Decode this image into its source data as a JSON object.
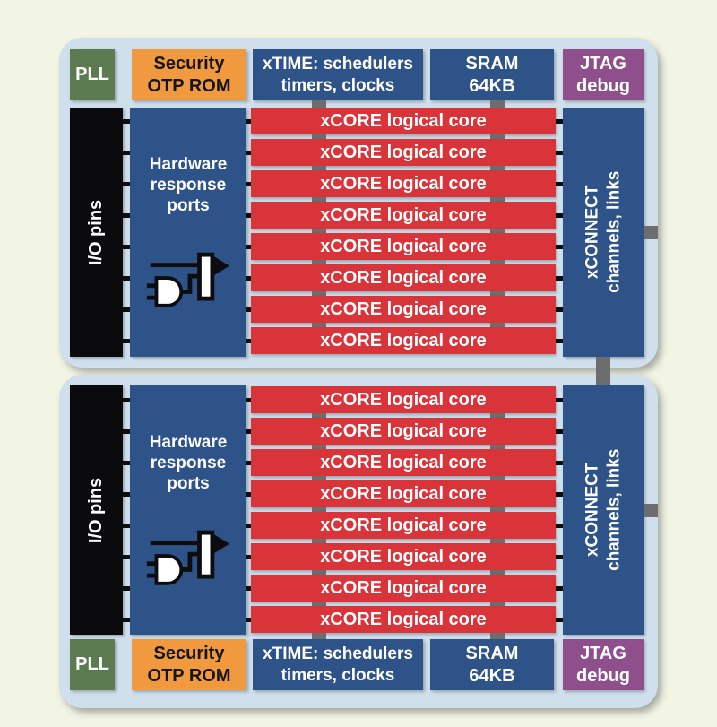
{
  "structure": {
    "tile_count": 2,
    "cores_per_tile": 8
  },
  "colors": {
    "background": "#f3f5e4",
    "tile": "#cfdfeb",
    "blue": "#2e5389",
    "red": "#d93439",
    "green": "#5d7b51",
    "orange": "#f0993e",
    "purple": "#8e4f8c",
    "black": "#0b0b0d",
    "gray": "#6c6d6f",
    "tick": "#0d0d0f"
  },
  "labels": {
    "pll": "PLL",
    "security": [
      "Security",
      "OTP ROM"
    ],
    "xtime": [
      "xTIME: schedulers",
      "timers, clocks"
    ],
    "sram": [
      "SRAM",
      "64KB"
    ],
    "jtag": [
      "JTAG",
      "debug"
    ],
    "io_pins": "I/O pins",
    "hardware_ports": [
      "Hardware",
      "response",
      "ports"
    ],
    "xconnect": [
      "xCONNECT",
      "channels, links"
    ],
    "core": "xCORE logical core"
  },
  "icons": {
    "port_logic": "and-gate-register-icon"
  }
}
